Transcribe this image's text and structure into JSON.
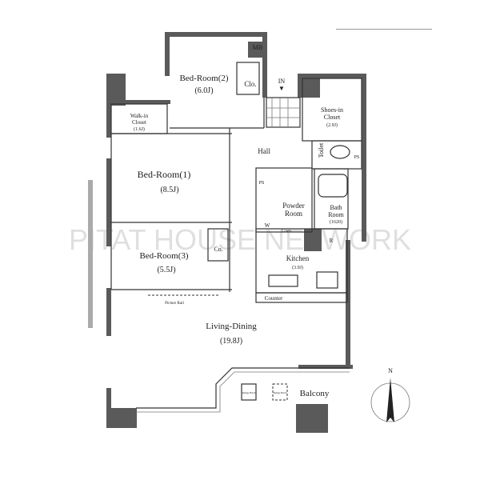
{
  "floor_plan": {
    "rooms": {
      "bedroom2": {
        "name": "Bed-Room(2)",
        "size": "(6.0J)"
      },
      "bedroom1": {
        "name": "Bed-Room(1)",
        "size": "(8.5J)"
      },
      "bedroom3": {
        "name": "Bed-Room(3)",
        "size": "(5.5J)"
      },
      "walkin": {
        "name1": "Walk-in",
        "name2": "Closet",
        "size": "(1.6J)"
      },
      "shoes": {
        "name1": "Shoes-in",
        "name2": "Closet",
        "size": "(2.9J)"
      },
      "hall": {
        "name": "Hall"
      },
      "toilet": {
        "name": "Toilet"
      },
      "powder": {
        "name1": "Powder",
        "name2": "Room"
      },
      "bath": {
        "name1": "Bath",
        "name2": "Room",
        "size": "(1620)"
      },
      "kitchen": {
        "name": "Kitchen",
        "size": "(3.9J)"
      },
      "living": {
        "name": "Living-Dining",
        "size": "(19.8J)"
      },
      "balcony": {
        "name": "Balcony"
      }
    },
    "fixtures": {
      "mb": "MB",
      "clo": "Clo.",
      "co": "Co.",
      "entry": "IN",
      "ps": "PS",
      "w": "W",
      "linen": "Linen",
      "r": "R",
      "counter": "Counter",
      "picture_rail": "Picture Rail",
      "refuge_hatch": "Refuge Hatch"
    },
    "compass": "N",
    "watermark": "PITAT HOUSE NETWORK"
  }
}
